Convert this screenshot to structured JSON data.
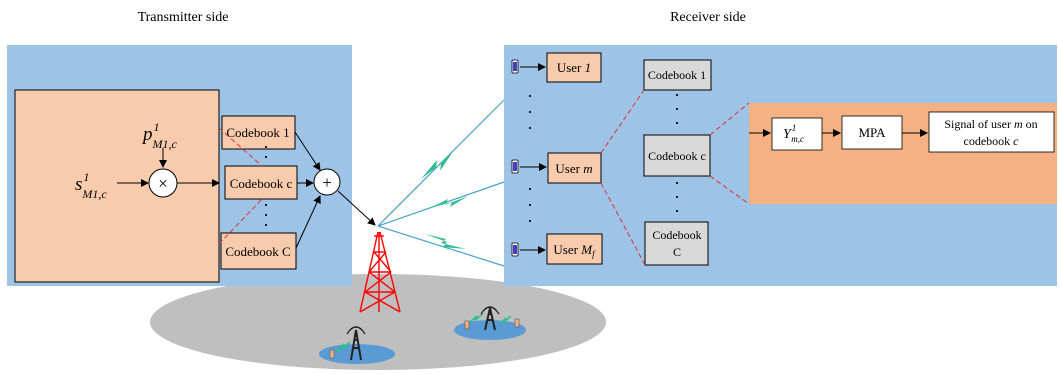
{
  "headers": {
    "transmitter": "Transmitter side",
    "receiver": "Receiver side"
  },
  "transmitter": {
    "symbol_main": "s",
    "symbol_main_sup": "1",
    "symbol_main_sub": "M1,c",
    "symbol_power": "p",
    "symbol_power_sup": "1",
    "symbol_power_sub": "M1,c",
    "multiply_glyph": "×",
    "sum_glyph": "+",
    "codebooks": [
      "Codebook 1",
      "Codebook c",
      "Codebook C"
    ],
    "dots": [
      "·",
      "·",
      "·"
    ]
  },
  "receiver": {
    "users": [
      {
        "prefix": "User ",
        "italic": "1",
        "sub": ""
      },
      {
        "prefix": "User ",
        "italic": "m",
        "sub": ""
      },
      {
        "prefix": "User ",
        "italic": "M",
        "sub": "f"
      }
    ],
    "codebooks": [
      "Codebook 1",
      "Codebook c",
      "Codebook",
      "C"
    ],
    "y_symbol": "Y",
    "y_sup": "1",
    "y_sub": "m,c",
    "mpa": "MPA",
    "signal_line1": "Signal of user ",
    "signal_line1_italic": "m",
    "signal_line1_end": " on",
    "signal_line2": "codebook ",
    "signal_line2_italic": "c"
  },
  "icons": [
    "antenna-tower-icon",
    "small-cell-tower-icon",
    "phone-icon",
    "lightning-bolt-icon"
  ],
  "colors": {
    "panel_blue": "#9dc3e6",
    "block_peach": "#f8cbad",
    "mpa_orange": "#f4b183",
    "codebook_gray": "#d9d9d9",
    "dashed_red": "#e03030",
    "tower_red": "#ff0000",
    "ellipse_gray": "#bfbfbf",
    "cell_blue": "#5b9bd5",
    "bolt_green": "#2fbf8f",
    "link_blue": "#4aa3c8"
  }
}
